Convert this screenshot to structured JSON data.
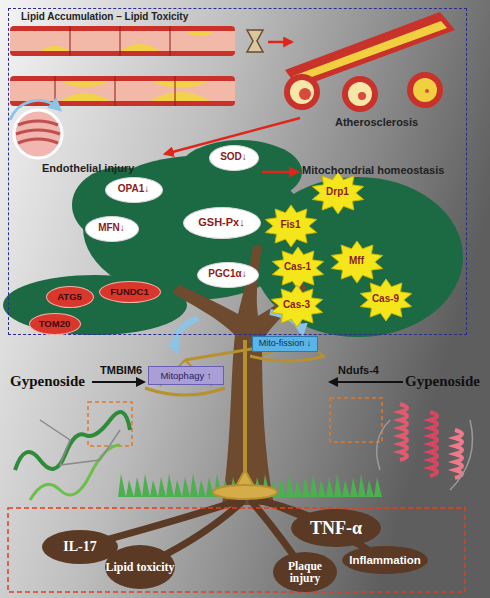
{
  "diagram": {
    "nodes": [
      {
        "text": [
          "Lipid Accumulation – Lipid Toxicity"
        ]
      },
      {
        "text": [
          "SOD↓"
        ],
        "in": 0
      },
      {
        "text": [
          "OPA1↓"
        ],
        "in": 0
      },
      {
        "text": [
          "Drp1"
        ],
        "in": 0
      },
      {
        "text": [
          "Fis1"
        ],
        "in": 0
      },
      {
        "text": [
          "GSH-Px↓"
        ],
        "in": 0
      },
      {
        "text": [
          "MFN↓"
        ],
        "in": 0
      },
      {
        "text": [
          "Mff"
        ],
        "in": 0
      },
      {
        "text": [
          "Cas-1"
        ],
        "in": 0
      },
      {
        "text": [
          "PGC1α↓"
        ],
        "in": 0
      },
      {
        "text": [
          "ATG5"
        ],
        "in": 0
      },
      {
        "text": [
          "FUNDC1"
        ],
        "in": 0
      },
      {
        "text": [
          "Cas-9"
        ],
        "in": 0
      },
      {
        "text": [
          "Cas-3"
        ],
        "in": 0
      },
      {
        "text": [
          "TOM20"
        ],
        "in": 0
      },
      {
        "text": [
          "Mito-fission ↓"
        ]
      },
      {
        "text": [
          "Mitophagy ↑"
        ]
      },
      {
        "text": [
          "TNF-α"
        ]
      },
      {
        "text": [
          "IL-17"
        ]
      },
      {
        "text": [
          "Inflammation"
        ]
      },
      {
        "text": [
          "Lipid toxicity"
        ]
      },
      {
        "text": [
          "Plaque injury"
        ]
      }
    ],
    "labels": [
      "Atherosclerosis",
      "Endothelial injury",
      "Mitochondrial homeostasis",
      "Gypenoside",
      "TMBIM6",
      "Ndufs-4",
      "Gypenoside"
    ]
  }
}
